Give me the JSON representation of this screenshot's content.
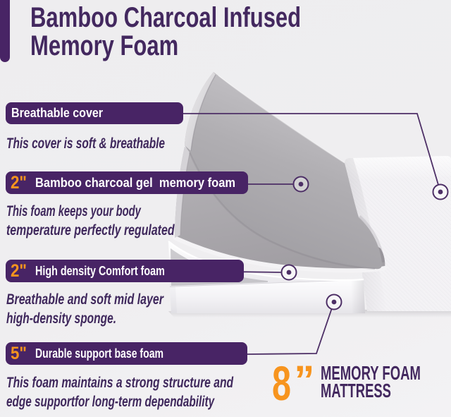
{
  "colors": {
    "background": "#efeef0",
    "banner_purple": "#482465",
    "text_purple": "#43285f",
    "accent_orange": "#f7941e",
    "leader_line": "#4d2f66"
  },
  "title": {
    "line1": "Bamboo Charcoal Infused",
    "line2": "Memory Foam"
  },
  "layers": [
    {
      "size": "",
      "label": "Breathable cover",
      "caption": [
        "This cover is soft & breathable"
      ]
    },
    {
      "size": "2\"",
      "label": "Bamboo charcoal gel  memory foam",
      "caption": [
        "This foam keeps your body",
        "temperature perfectly regulated"
      ]
    },
    {
      "size": "2\"",
      "label": "High density Comfort foam",
      "caption": [
        "Breathable and soft mid layer",
        "high-density sponge."
      ]
    },
    {
      "size": "5\"",
      "label": "Durable support base foam",
      "caption": [
        "This foam maintains a strong structure and",
        "edge supportfor long-term dependability"
      ]
    }
  ],
  "footer": {
    "size": "8",
    "quote": "”",
    "name_line1": "MEMORY FOAM",
    "name_line2": "MATTRESS"
  },
  "diagram": {
    "parts": [
      "breathable-cover",
      "gel-memory-foam",
      "comfort-foam",
      "support-base-foam"
    ]
  }
}
